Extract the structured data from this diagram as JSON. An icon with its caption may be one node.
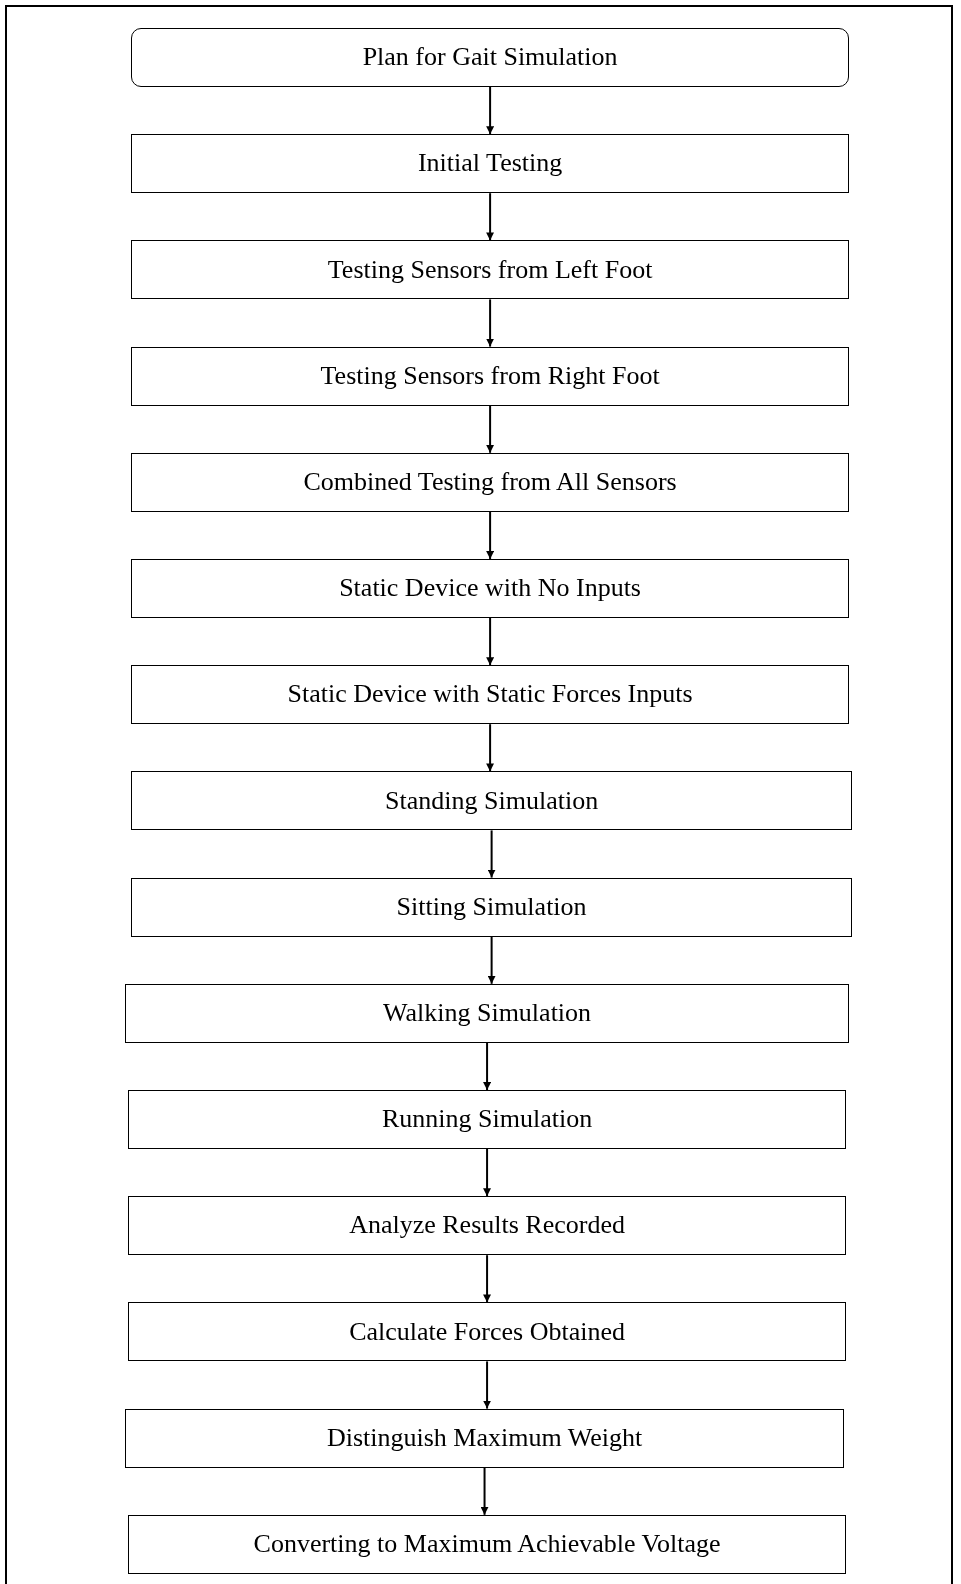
{
  "diagram": {
    "nodes": [
      {
        "text": [
          "Plan for Gait Simulation"
        ]
      },
      {
        "text": [
          "Initial Testing"
        ]
      },
      {
        "text": [
          "Testing Sensors from Left Foot"
        ]
      },
      {
        "text": [
          "Testing Sensors from Right Foot"
        ]
      },
      {
        "text": [
          "Combined Testing from All Sensors"
        ]
      },
      {
        "text": [
          "Static Device with No Inputs"
        ]
      },
      {
        "text": [
          "Static Device with Static Forces Inputs"
        ]
      },
      {
        "text": [
          "Standing Simulation"
        ]
      },
      {
        "text": [
          "Sitting Simulation"
        ]
      },
      {
        "text": [
          "Walking Simulation"
        ]
      },
      {
        "text": [
          "Running Simulation"
        ]
      },
      {
        "text": [
          "Analyze Results Recorded"
        ]
      },
      {
        "text": [
          "Calculate Forces Obtained"
        ]
      },
      {
        "text": [
          "Distinguish Maximum Weight"
        ]
      },
      {
        "text": [
          "Converting to Maximum Achievable Voltage"
        ]
      }
    ],
    "edges": [
      {
        "from": 0,
        "to": 1,
        "arrow": "to"
      },
      {
        "from": 1,
        "to": 2,
        "arrow": "to"
      },
      {
        "from": 2,
        "to": 3,
        "arrow": "to"
      },
      {
        "from": 3,
        "to": 4,
        "arrow": "to"
      },
      {
        "from": 4,
        "to": 5,
        "arrow": "to"
      },
      {
        "from": 5,
        "to": 6,
        "arrow": "to"
      },
      {
        "from": 6,
        "to": 7,
        "arrow": "to"
      },
      {
        "from": 7,
        "to": 8,
        "arrow": "to"
      },
      {
        "from": 8,
        "to": 9,
        "arrow": "to"
      },
      {
        "from": 9,
        "to": 10,
        "arrow": "to"
      },
      {
        "from": 10,
        "to": 11,
        "arrow": "to"
      },
      {
        "from": 11,
        "to": 12,
        "arrow": "to"
      },
      {
        "from": 12,
        "to": 13,
        "arrow": "to"
      },
      {
        "from": 13,
        "to": 14,
        "arrow": "to"
      }
    ]
  }
}
